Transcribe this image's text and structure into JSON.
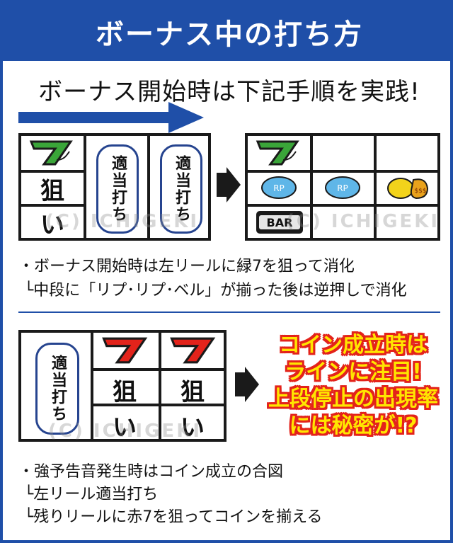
{
  "header": {
    "title": "ボーナス中の打ち方"
  },
  "subtitle": "ボーナス開始時は下記手順を実践!",
  "reel1": {
    "aim_top": "狙",
    "aim_bottom": "い",
    "pill_1": "適当打ち",
    "pill_2": "適当打ち"
  },
  "reel2": {
    "bar_label": "BAR",
    "rp_label": "RP",
    "bell_label": "$$$"
  },
  "notes_1": [
    "・ボーナス開始時は左リールに緑7を狙って消化",
    "└中段に「リプ･リプ･ベル」が揃った後は逆押しで消化"
  ],
  "reel3": {
    "pill": "適当打ち",
    "aim_top_1": "狙",
    "aim_bottom_1": "い",
    "aim_top_2": "狙",
    "aim_bottom_2": "い"
  },
  "callout": [
    "コイン成立時は",
    "ラインに注目!",
    "上段停止の出現率",
    "には秘密が!?"
  ],
  "notes_2": [
    "・強予告音発生時はコイン成立の合図",
    "└左リール適当打ち",
    "└残りリールに赤7を狙ってコインを揃える"
  ],
  "watermark": "(C) ICHIGEKI",
  "colors": {
    "brand": "#1f4fa8",
    "accent_red": "#e3231b",
    "accent_yellow": "#ffe600",
    "seven_green": "#3aa539"
  }
}
